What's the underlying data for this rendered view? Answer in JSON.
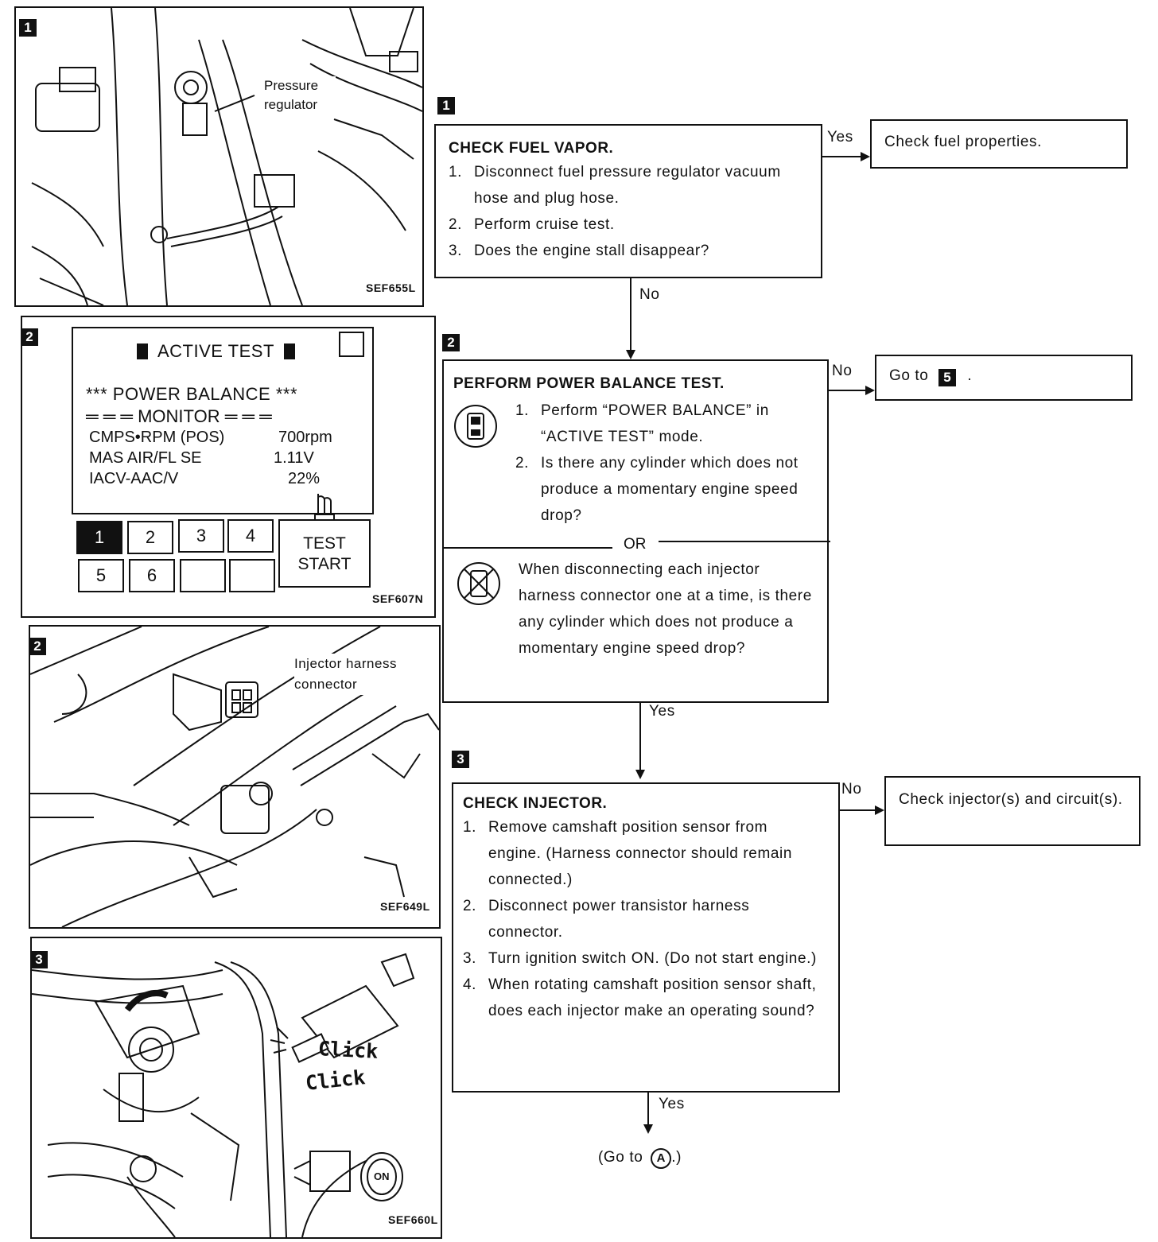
{
  "figures": [
    {
      "badge": "1",
      "code": "SEF655L",
      "callout": "Pressure regulator"
    },
    {
      "badge": "2",
      "code": "SEF607N"
    },
    {
      "badge": "2",
      "code": "SEF649L",
      "callout": "Injector harness connector"
    },
    {
      "badge": "3",
      "code": "SEF660L",
      "sound1": "Click",
      "sound2": "Click",
      "key_label": "ON"
    }
  ],
  "consult_screen": {
    "header": "ACTIVE TEST",
    "test_name": "*** POWER BALANCE ***",
    "monitor": "MONITOR",
    "rows": [
      {
        "label": "CMPS•RPM (POS)",
        "value": "700rpm"
      },
      {
        "label": "MAS AIR/FL SE",
        "value": "1.11V"
      },
      {
        "label": "IACV-AAC/V",
        "value": "22%"
      }
    ],
    "keys": [
      "1",
      "2",
      "3",
      "4",
      "5",
      "6",
      "",
      ""
    ],
    "test_start_1": "TEST",
    "test_start_2": "START"
  },
  "flow": {
    "step1": {
      "badge": "1",
      "title": "CHECK FUEL VAPOR.",
      "items": [
        {
          "n": "1.",
          "t": "Disconnect fuel pressure regulator vacuum hose and plug hose."
        },
        {
          "n": "2.",
          "t": "Perform cruise test."
        },
        {
          "n": "3.",
          "t": "Does the engine stall disappear?"
        }
      ],
      "yes_label": "Yes",
      "yes_result": "Check fuel properties.",
      "no_label": "No"
    },
    "step2": {
      "badge": "2",
      "title": "PERFORM POWER BALANCE TEST.",
      "items": [
        {
          "n": "1.",
          "t": "Perform “POWER BALANCE” in “ACTIVE TEST” mode."
        },
        {
          "n": "2.",
          "t": "Is there any cylinder which does not produce a momentary engine speed drop?"
        }
      ],
      "or_label": "OR",
      "alt_text": "When disconnecting each injector harness connector one at a time, is there any cylinder which does not produce a momentary engine speed drop?",
      "no_label": "No",
      "no_result": "Go to",
      "no_result_badge": "5",
      "yes_label": "Yes"
    },
    "step3": {
      "badge": "3",
      "title": "CHECK INJECTOR.",
      "items": [
        {
          "n": "1.",
          "t": "Remove camshaft position sensor from engine. (Harness connector should remain connected.)"
        },
        {
          "n": "2.",
          "t": "Disconnect power transistor harness connector."
        },
        {
          "n": "3.",
          "t": "Turn ignition switch ON. (Do not start engine.)"
        },
        {
          "n": "4.",
          "t": "When rotating camshaft position sensor shaft, does each injector make an operating sound?"
        }
      ],
      "no_label": "No",
      "no_result": "Check injector(s) and circuit(s).",
      "yes_label": "Yes",
      "final": "(Go to",
      "final_badge": "A",
      "final_end": ".)"
    }
  }
}
